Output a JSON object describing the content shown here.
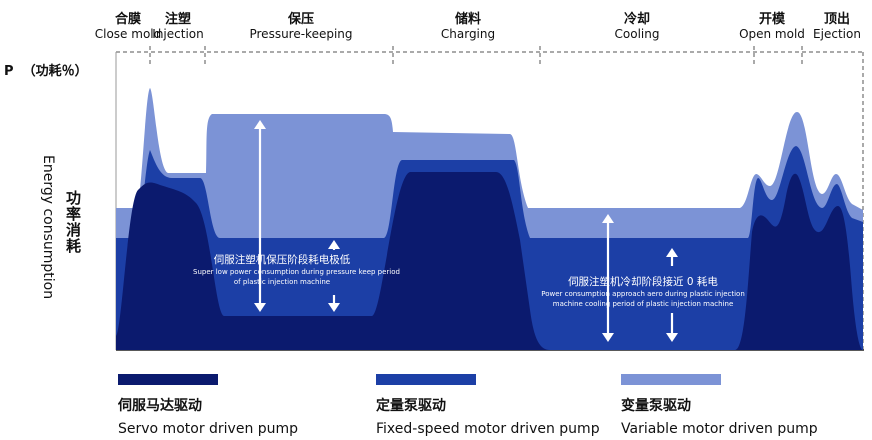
{
  "chart_data": {
    "type": "area",
    "y_label_symbol": "P",
    "y_unit": "（功耗％）",
    "ylabel_en": "Energy consumption",
    "ylabel_zh": "功率消耗",
    "phases": [
      {
        "zh": "合膜",
        "en": "Close mold"
      },
      {
        "zh": "注塑",
        "en": "Injection"
      },
      {
        "zh": "保压",
        "en": "Pressure-keeping"
      },
      {
        "zh": "储料",
        "en": "Charging"
      },
      {
        "zh": "冷却",
        "en": "Cooling"
      },
      {
        "zh": "开模",
        "en": "Open mold"
      },
      {
        "zh": "顶出",
        "en": "Ejection"
      }
    ],
    "series": [
      {
        "name": "Variable motor driven pump",
        "name_zh": "变量泵驱动",
        "color": "#7c93d6"
      },
      {
        "name": "Fixed-speed motor driven pump",
        "name_zh": "定量泵驱动",
        "color": "#1c3fa6"
      },
      {
        "name": "Servo motor driven pump",
        "name_zh": "伺服马达驱动",
        "color": "#0b1a6e"
      }
    ],
    "annotations": [
      {
        "zh": "伺服注塑机保压阶段耗电极低",
        "en1": "Super low power consumption during pressure keep period",
        "en2": "of plastic injection machine"
      },
      {
        "zh": "伺服注塑机冷却阶段接近 0 耗电",
        "en1": "Power consumption approach aero during plastic injection",
        "en2": "machine cooling period of plastic injection machine"
      }
    ],
    "grid": false,
    "legend_position": "bottom"
  }
}
